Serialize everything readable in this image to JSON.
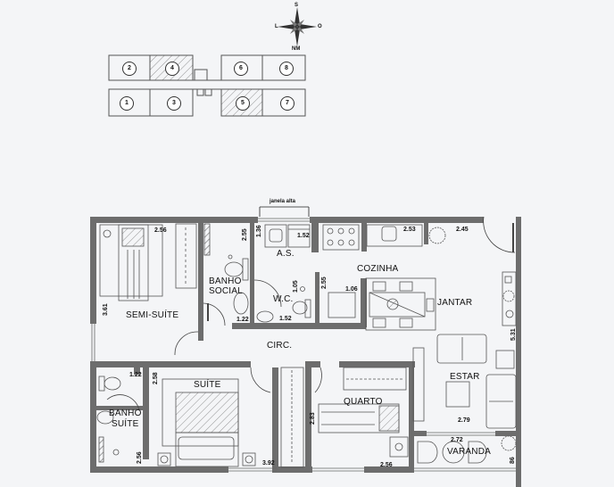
{
  "compass": {
    "north": "S",
    "west": "L",
    "east": "O",
    "label": "NM"
  },
  "key_plan": {
    "units": [
      {
        "number": "2",
        "highlighted": false
      },
      {
        "number": "4",
        "highlighted": true
      },
      {
        "number": "6",
        "highlighted": false
      },
      {
        "number": "8",
        "highlighted": false
      },
      {
        "number": "1",
        "highlighted": false
      },
      {
        "number": "3",
        "highlighted": false
      },
      {
        "number": "5",
        "highlighted": true
      },
      {
        "number": "7",
        "highlighted": false
      }
    ]
  },
  "annotations": {
    "high_window": "janela alta"
  },
  "rooms": {
    "semi_suite": "SEMI-SUÍTE",
    "banho_social_1": "BANHO",
    "banho_social_2": "SOCIAL",
    "as": "A.S.",
    "wc": "W.C.",
    "cozinha": "COZINHA",
    "jantar": "JANTAR",
    "circ": "CIRC.",
    "suite": "SUÍTE",
    "banho_suite_1": "BANHO",
    "banho_suite_2": "SUÍTE",
    "quarto": "QUARTO",
    "estar": "ESTAR",
    "varanda": "VARANDA"
  },
  "dimensions": {
    "semi_suite_w": "2.56",
    "semi_suite_h": "3.61",
    "banho_social_h": "2.55",
    "banho_social_w": "1.22",
    "as_h": "1.36",
    "as_w": "1.52",
    "wc_h": "1.05",
    "wc_w": "1.52",
    "cozinha_h": "2.55",
    "cozinha_counter": "1.06",
    "cozinha_w": "2.53",
    "jantar_w": "2.45",
    "living_h": "5.31",
    "banho_suite_w": "1.22",
    "suite_h": "2.58",
    "banho_suite_h": "2.56",
    "suite_w": "3.92",
    "quarto_h": "2.83",
    "quarto_w": "2.56",
    "estar_w": "2.79",
    "varanda_w": "2.72",
    "varanda_h": "86"
  },
  "colors": {
    "wall": "#6d6d6d",
    "line": "#555555",
    "hatch": "#8a8a8a",
    "background": "#f4f5f7"
  }
}
